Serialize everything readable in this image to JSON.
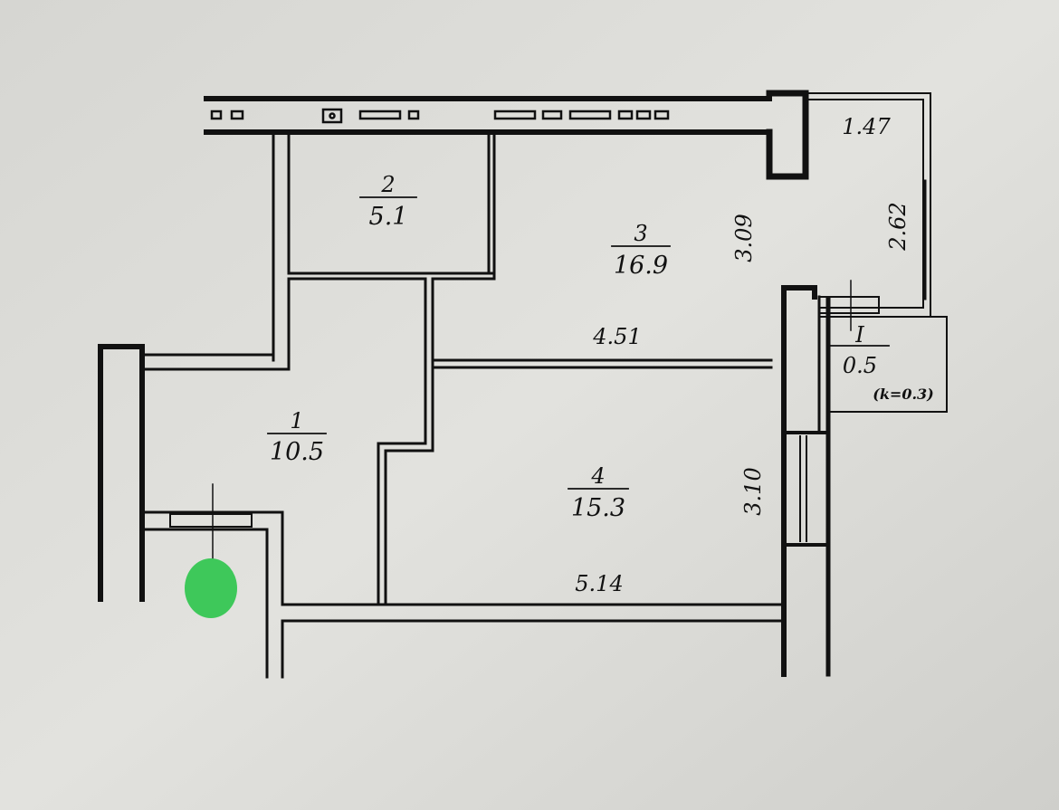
{
  "rooms": [
    {
      "number": "1",
      "area": "10.5"
    },
    {
      "number": "2",
      "area": "5.1"
    },
    {
      "number": "3",
      "area": "16.9"
    },
    {
      "number": "4",
      "area": "15.3"
    }
  ],
  "balcony": {
    "number": "I",
    "area": "0.5",
    "coefficient": "(k=0.3)"
  },
  "dimensions": {
    "balcony_top": "1.47",
    "balcony_side": "2.62",
    "room3_height": "3.09",
    "room3_width": "4.51",
    "room4_height": "3.10",
    "room4_width": "5.14"
  },
  "colors": {
    "background": "#dcdcd8",
    "wall": "#111111",
    "marker": "#3ec85a"
  }
}
